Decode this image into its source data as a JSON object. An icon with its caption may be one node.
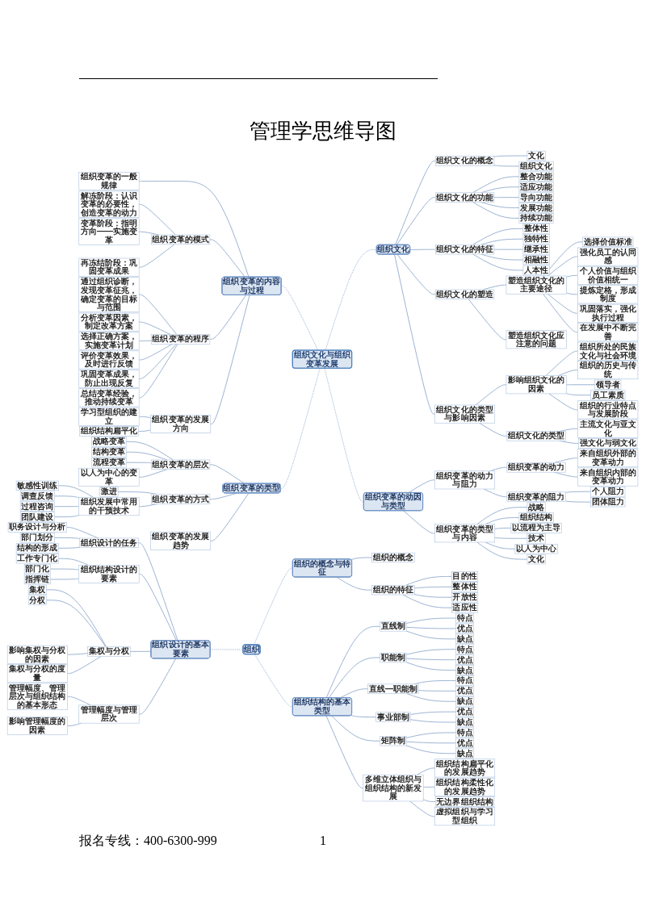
{
  "diagram": {
    "title": "管理学思维导图",
    "nodes": [
      {
        "text": [
          "组织文化与组织变革发展"
        ]
      },
      {
        "text": [
          "组织文化"
        ]
      },
      {
        "text": [
          "组织文化的概念"
        ]
      },
      {
        "text": [
          "文化"
        ]
      },
      {
        "text": [
          "组织文化"
        ]
      },
      {
        "text": [
          "组织文化的功能"
        ]
      },
      {
        "text": [
          "整合功能"
        ]
      },
      {
        "text": [
          "适应功能"
        ]
      },
      {
        "text": [
          "导向功能"
        ]
      },
      {
        "text": [
          "发展功能"
        ]
      },
      {
        "text": [
          "持续功能"
        ]
      },
      {
        "text": [
          "组织文化的特征"
        ]
      },
      {
        "text": [
          "整体性"
        ]
      },
      {
        "text": [
          "独特性"
        ]
      },
      {
        "text": [
          "继承性"
        ]
      },
      {
        "text": [
          "相融性"
        ]
      },
      {
        "text": [
          "人本性"
        ]
      },
      {
        "text": [
          "组织文化的塑造"
        ]
      },
      {
        "text": [
          "塑造组织文化的主要途径"
        ]
      },
      {
        "text": [
          "选择价值标准"
        ]
      },
      {
        "text": [
          "强化员工的认同感"
        ]
      },
      {
        "text": [
          "个人价值与组织价值相统一"
        ]
      },
      {
        "text": [
          "提炼定格，形成制度"
        ]
      },
      {
        "text": [
          "巩固落实，强化执行过程"
        ]
      },
      {
        "text": [
          "在发展中不断完善"
        ]
      },
      {
        "text": [
          "塑造组织文化应注意的问题"
        ]
      },
      {
        "text": [
          "组织文化的类型与影响因素"
        ]
      },
      {
        "text": [
          "影响组织文化的因素"
        ]
      },
      {
        "text": [
          "组织所处的民族文化与社会环境"
        ]
      },
      {
        "text": [
          "组织的历史与传统"
        ]
      },
      {
        "text": [
          "领导者"
        ]
      },
      {
        "text": [
          "员工素质"
        ]
      },
      {
        "text": [
          "组织的行业特点与发展阶段"
        ]
      },
      {
        "text": [
          "组织文化的类型"
        ]
      },
      {
        "text": [
          "主流文化与亚文化"
        ]
      },
      {
        "text": [
          "强文化与弱文化"
        ]
      },
      {
        "text": [
          "组织变革的动因与类型"
        ]
      },
      {
        "text": [
          "组织变革的动力与阻力"
        ]
      },
      {
        "text": [
          "组织变革的动力"
        ]
      },
      {
        "text": [
          "来自组织外部的变革动力"
        ]
      },
      {
        "text": [
          "来自组织内部的变革动力"
        ]
      },
      {
        "text": [
          "组织变革的阻力"
        ]
      },
      {
        "text": [
          "个人阻力"
        ]
      },
      {
        "text": [
          "团体阻力"
        ]
      },
      {
        "text": [
          "组织变革的类型与内容"
        ]
      },
      {
        "text": [
          "战略"
        ]
      },
      {
        "text": [
          "组织结构"
        ]
      },
      {
        "text": [
          "以流程为主导"
        ]
      },
      {
        "text": [
          "技术"
        ]
      },
      {
        "text": [
          "以人为中心"
        ]
      },
      {
        "text": [
          "文化"
        ]
      },
      {
        "text": [
          "组织变革的内容与过程"
        ]
      },
      {
        "text": [
          "组织变革的一般规律"
        ]
      },
      {
        "text": [
          "组织变革的模式"
        ]
      },
      {
        "text": [
          "解冻阶段：认识变革的必要性，创造变革的动力"
        ]
      },
      {
        "text": [
          "变革阶段：指明方向——实施变革"
        ]
      },
      {
        "text": [
          "再冻结阶段：巩固变革成果"
        ]
      },
      {
        "text": [
          "组织变革的程序"
        ]
      },
      {
        "text": [
          "通过组织诊断，发现变革征兆，确定变革的目标与范围"
        ]
      },
      {
        "text": [
          "分析变革因素，制定改革方案"
        ]
      },
      {
        "text": [
          "选择正确方案，实施变革计划"
        ]
      },
      {
        "text": [
          "评价变革效果，及时进行反馈"
        ]
      },
      {
        "text": [
          "巩固变革成果，防止出现反复"
        ]
      },
      {
        "text": [
          "总结变革经验，推动持续变革"
        ]
      },
      {
        "text": [
          "组织变革的发展方向"
        ]
      },
      {
        "text": [
          "学习型组织的建立"
        ]
      },
      {
        "text": [
          "组织结构扁平化"
        ]
      },
      {
        "text": [
          "组织变革的类型"
        ]
      },
      {
        "text": [
          "组织变革的层次"
        ]
      },
      {
        "text": [
          "战略变革"
        ]
      },
      {
        "text": [
          "结构变革"
        ]
      },
      {
        "text": [
          "流程变革"
        ]
      },
      {
        "text": [
          "以人为中心的变革"
        ]
      },
      {
        "text": [
          "组织变革的方式"
        ]
      },
      {
        "text": [
          "激进"
        ]
      },
      {
        "text": [
          "组织发展中常用的干预技术"
        ]
      },
      {
        "text": [
          "敏感性训练"
        ]
      },
      {
        "text": [
          "调查反馈"
        ]
      },
      {
        "text": [
          "过程咨询"
        ]
      },
      {
        "text": [
          "团队建设"
        ]
      },
      {
        "text": [
          "组织变革的发展趋势"
        ]
      },
      {
        "text": [
          "组织"
        ]
      },
      {
        "text": [
          "组织的概念与特征"
        ]
      },
      {
        "text": [
          "组织的概念"
        ]
      },
      {
        "text": [
          "组织的特征"
        ]
      },
      {
        "text": [
          "目的性"
        ]
      },
      {
        "text": [
          "整体性"
        ]
      },
      {
        "text": [
          "开放性"
        ]
      },
      {
        "text": [
          "适应性"
        ]
      },
      {
        "text": [
          "组织结构的基本类型"
        ]
      },
      {
        "text": [
          "直线制"
        ]
      },
      {
        "text": [
          "特点"
        ]
      },
      {
        "text": [
          "优点"
        ]
      },
      {
        "text": [
          "缺点"
        ]
      },
      {
        "text": [
          "职能制"
        ]
      },
      {
        "text": [
          "特点"
        ]
      },
      {
        "text": [
          "优点"
        ]
      },
      {
        "text": [
          "缺点"
        ]
      },
      {
        "text": [
          "直线—职能制"
        ]
      },
      {
        "text": [
          "特点"
        ]
      },
      {
        "text": [
          "优点"
        ]
      },
      {
        "text": [
          "缺点"
        ]
      },
      {
        "text": [
          "事业部制"
        ]
      },
      {
        "text": [
          "优点"
        ]
      },
      {
        "text": [
          "缺点"
        ]
      },
      {
        "text": [
          "矩阵制"
        ]
      },
      {
        "text": [
          "特点"
        ]
      },
      {
        "text": [
          "优点"
        ]
      },
      {
        "text": [
          "缺点"
        ]
      },
      {
        "text": [
          "多维立体组织与组织结构的新发展"
        ]
      },
      {
        "text": [
          "组织结构扁平化的发展趋势"
        ]
      },
      {
        "text": [
          "组织结构柔性化的发展趋势"
        ]
      },
      {
        "text": [
          "无边界组织结构"
        ]
      },
      {
        "text": [
          "虚拟组织与学习型组织"
        ]
      },
      {
        "text": [
          "组织设计的基本要素"
        ]
      },
      {
        "text": [
          "组织设计的任务"
        ]
      },
      {
        "text": [
          "职务设计与分析"
        ]
      },
      {
        "text": [
          "部门划分"
        ]
      },
      {
        "text": [
          "结构的形成"
        ]
      },
      {
        "text": [
          "组织结构设计的要素"
        ]
      },
      {
        "text": [
          "工作专门化"
        ]
      },
      {
        "text": [
          "部门化"
        ]
      },
      {
        "text": [
          "指挥链"
        ]
      },
      {
        "text": [
          "集权与分权"
        ]
      },
      {
        "text": [
          "集权"
        ]
      },
      {
        "text": [
          "分权"
        ]
      },
      {
        "text": [
          "影响集权与分权的因素"
        ]
      },
      {
        "text": [
          "集权与分权的度量"
        ]
      },
      {
        "text": [
          "管理幅度与管理层次"
        ]
      },
      {
        "text": [
          "管理幅度、管理层次与组织结构的基本形态"
        ]
      },
      {
        "text": [
          "影响管理幅度的因素"
        ]
      }
    ],
    "edges": [
      {
        "from": 0,
        "to": 1,
        "arrow": "none",
        "style": "dashed"
      },
      {
        "from": 1,
        "to": 2,
        "arrow": "none"
      },
      {
        "from": 2,
        "to": 3,
        "arrow": "none"
      },
      {
        "from": 2,
        "to": 4,
        "arrow": "none"
      },
      {
        "from": 1,
        "to": 5,
        "arrow": "none"
      },
      {
        "from": 5,
        "to": 6,
        "arrow": "none"
      },
      {
        "from": 5,
        "to": 7,
        "arrow": "none"
      },
      {
        "from": 5,
        "to": 8,
        "arrow": "none"
      },
      {
        "from": 5,
        "to": 9,
        "arrow": "none"
      },
      {
        "from": 5,
        "to": 10,
        "arrow": "none"
      },
      {
        "from": 1,
        "to": 11,
        "arrow": "none"
      },
      {
        "from": 11,
        "to": 12,
        "arrow": "none"
      },
      {
        "from": 11,
        "to": 13,
        "arrow": "none"
      },
      {
        "from": 11,
        "to": 14,
        "arrow": "none"
      },
      {
        "from": 11,
        "to": 15,
        "arrow": "none"
      },
      {
        "from": 11,
        "to": 16,
        "arrow": "none"
      },
      {
        "from": 1,
        "to": 17,
        "arrow": "none"
      },
      {
        "from": 17,
        "to": 18,
        "arrow": "none"
      },
      {
        "from": 18,
        "to": 19,
        "arrow": "none"
      },
      {
        "from": 18,
        "to": 20,
        "arrow": "none"
      },
      {
        "from": 18,
        "to": 21,
        "arrow": "none"
      },
      {
        "from": 18,
        "to": 22,
        "arrow": "none"
      },
      {
        "from": 18,
        "to": 23,
        "arrow": "none"
      },
      {
        "from": 18,
        "to": 24,
        "arrow": "none"
      },
      {
        "from": 17,
        "to": 25,
        "arrow": "none"
      },
      {
        "from": 1,
        "to": 26,
        "arrow": "none"
      },
      {
        "from": 26,
        "to": 27,
        "arrow": "none"
      },
      {
        "from": 27,
        "to": 28,
        "arrow": "none"
      },
      {
        "from": 27,
        "to": 29,
        "arrow": "none"
      },
      {
        "from": 27,
        "to": 30,
        "arrow": "none"
      },
      {
        "from": 27,
        "to": 31,
        "arrow": "none"
      },
      {
        "from": 27,
        "to": 32,
        "arrow": "none"
      },
      {
        "from": 26,
        "to": 33,
        "arrow": "none"
      },
      {
        "from": 33,
        "to": 34,
        "arrow": "none"
      },
      {
        "from": 33,
        "to": 35,
        "arrow": "none"
      },
      {
        "from": 0,
        "to": 36,
        "arrow": "none",
        "style": "dashed"
      },
      {
        "from": 36,
        "to": 37,
        "arrow": "none"
      },
      {
        "from": 37,
        "to": 38,
        "arrow": "none"
      },
      {
        "from": 38,
        "to": 39,
        "arrow": "none"
      },
      {
        "from": 38,
        "to": 40,
        "arrow": "none"
      },
      {
        "from": 37,
        "to": 41,
        "arrow": "none"
      },
      {
        "from": 41,
        "to": 42,
        "arrow": "none"
      },
      {
        "from": 41,
        "to": 43,
        "arrow": "none"
      },
      {
        "from": 36,
        "to": 44,
        "arrow": "none"
      },
      {
        "from": 44,
        "to": 45,
        "arrow": "none"
      },
      {
        "from": 44,
        "to": 46,
        "arrow": "none"
      },
      {
        "from": 44,
        "to": 47,
        "arrow": "none"
      },
      {
        "from": 44,
        "to": 48,
        "arrow": "none"
      },
      {
        "from": 44,
        "to": 49,
        "arrow": "none"
      },
      {
        "from": 44,
        "to": 50,
        "arrow": "none"
      },
      {
        "from": 51,
        "to": 0,
        "arrow": "none",
        "style": "dashed"
      },
      {
        "from": 52,
        "to": 51,
        "arrow": "none"
      },
      {
        "from": 53,
        "to": 51,
        "arrow": "none"
      },
      {
        "from": 54,
        "to": 53,
        "arrow": "none"
      },
      {
        "from": 55,
        "to": 53,
        "arrow": "none"
      },
      {
        "from": 56,
        "to": 53,
        "arrow": "none"
      },
      {
        "from": 57,
        "to": 51,
        "arrow": "none"
      },
      {
        "from": 58,
        "to": 57,
        "arrow": "none"
      },
      {
        "from": 59,
        "to": 57,
        "arrow": "none"
      },
      {
        "from": 60,
        "to": 57,
        "arrow": "none"
      },
      {
        "from": 61,
        "to": 57,
        "arrow": "none"
      },
      {
        "from": 62,
        "to": 57,
        "arrow": "none"
      },
      {
        "from": 63,
        "to": 57,
        "arrow": "none"
      },
      {
        "from": 64,
        "to": 51,
        "arrow": "none"
      },
      {
        "from": 65,
        "to": 64,
        "arrow": "none"
      },
      {
        "from": 66,
        "to": 64,
        "arrow": "none"
      },
      {
        "from": 67,
        "to": 0,
        "arrow": "none",
        "style": "dashed"
      },
      {
        "from": 68,
        "to": 67,
        "arrow": "none"
      },
      {
        "from": 69,
        "to": 68,
        "arrow": "none"
      },
      {
        "from": 70,
        "to": 68,
        "arrow": "none"
      },
      {
        "from": 71,
        "to": 68,
        "arrow": "none"
      },
      {
        "from": 72,
        "to": 68,
        "arrow": "none"
      },
      {
        "from": 73,
        "to": 67,
        "arrow": "none"
      },
      {
        "from": 74,
        "to": 73,
        "arrow": "none"
      },
      {
        "from": 75,
        "to": 73,
        "arrow": "none"
      },
      {
        "from": 76,
        "to": 75,
        "arrow": "none"
      },
      {
        "from": 77,
        "to": 75,
        "arrow": "none"
      },
      {
        "from": 78,
        "to": 75,
        "arrow": "none"
      },
      {
        "from": 79,
        "to": 75,
        "arrow": "none"
      },
      {
        "from": 80,
        "to": 67,
        "arrow": "none"
      },
      {
        "from": 81,
        "to": 82,
        "arrow": "none",
        "style": "dashed"
      },
      {
        "from": 82,
        "to": 83,
        "arrow": "none"
      },
      {
        "from": 82,
        "to": 84,
        "arrow": "none"
      },
      {
        "from": 84,
        "to": 85,
        "arrow": "none"
      },
      {
        "from": 84,
        "to": 86,
        "arrow": "none"
      },
      {
        "from": 84,
        "to": 87,
        "arrow": "none"
      },
      {
        "from": 84,
        "to": 88,
        "arrow": "none"
      },
      {
        "from": 81,
        "to": 89,
        "arrow": "none",
        "style": "dashed"
      },
      {
        "from": 89,
        "to": 90,
        "arrow": "none"
      },
      {
        "from": 90,
        "to": 91,
        "arrow": "none"
      },
      {
        "from": 90,
        "to": 92,
        "arrow": "none"
      },
      {
        "from": 90,
        "to": 93,
        "arrow": "none"
      },
      {
        "from": 89,
        "to": 94,
        "arrow": "none"
      },
      {
        "from": 94,
        "to": 95,
        "arrow": "none"
      },
      {
        "from": 94,
        "to": 96,
        "arrow": "none"
      },
      {
        "from": 94,
        "to": 97,
        "arrow": "none"
      },
      {
        "from": 89,
        "to": 98,
        "arrow": "none"
      },
      {
        "from": 98,
        "to": 99,
        "arrow": "none"
      },
      {
        "from": 98,
        "to": 100,
        "arrow": "none"
      },
      {
        "from": 98,
        "to": 101,
        "arrow": "none"
      },
      {
        "from": 89,
        "to": 102,
        "arrow": "none"
      },
      {
        "from": 102,
        "to": 103,
        "arrow": "none"
      },
      {
        "from": 102,
        "to": 104,
        "arrow": "none"
      },
      {
        "from": 89,
        "to": 105,
        "arrow": "none"
      },
      {
        "from": 105,
        "to": 106,
        "arrow": "none"
      },
      {
        "from": 105,
        "to": 107,
        "arrow": "none"
      },
      {
        "from": 105,
        "to": 108,
        "arrow": "none"
      },
      {
        "from": 89,
        "to": 109,
        "arrow": "none"
      },
      {
        "from": 109,
        "to": 110,
        "arrow": "none"
      },
      {
        "from": 109,
        "to": 111,
        "arrow": "none"
      },
      {
        "from": 109,
        "to": 112,
        "arrow": "none"
      },
      {
        "from": 109,
        "to": 113,
        "arrow": "none"
      },
      {
        "from": 114,
        "to": 81,
        "arrow": "none",
        "style": "dashed"
      },
      {
        "from": 115,
        "to": 114,
        "arrow": "none"
      },
      {
        "from": 116,
        "to": 115,
        "arrow": "none"
      },
      {
        "from": 117,
        "to": 115,
        "arrow": "none"
      },
      {
        "from": 118,
        "to": 115,
        "arrow": "none"
      },
      {
        "from": 119,
        "to": 114,
        "arrow": "none"
      },
      {
        "from": 120,
        "to": 119,
        "arrow": "none"
      },
      {
        "from": 121,
        "to": 119,
        "arrow": "none"
      },
      {
        "from": 122,
        "to": 119,
        "arrow": "none"
      },
      {
        "from": 123,
        "to": 114,
        "arrow": "none"
      },
      {
        "from": 124,
        "to": 123,
        "arrow": "none"
      },
      {
        "from": 125,
        "to": 123,
        "arrow": "none"
      },
      {
        "from": 126,
        "to": 123,
        "arrow": "none"
      },
      {
        "from": 127,
        "to": 123,
        "arrow": "none"
      },
      {
        "from": 128,
        "to": 114,
        "arrow": "none"
      },
      {
        "from": 129,
        "to": 128,
        "arrow": "none"
      },
      {
        "from": 130,
        "to": 128,
        "arrow": "none"
      }
    ],
    "labels": [
      "报名专线：400-6300-999",
      "1"
    ]
  }
}
